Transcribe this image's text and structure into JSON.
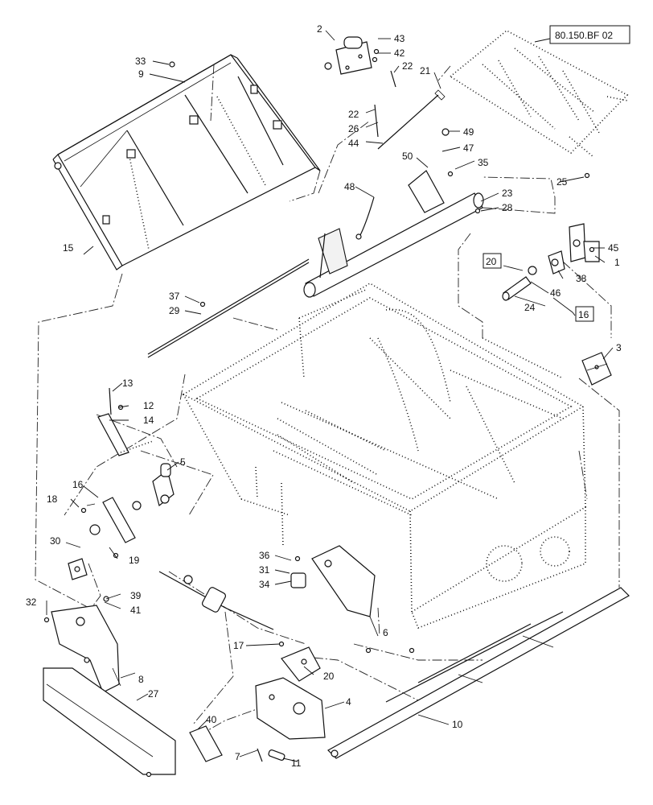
{
  "ref_box": "80.150.BF 02",
  "boxed_callouts": [
    "20",
    "16"
  ],
  "callouts": {
    "c1": "1",
    "c2": "2",
    "c3": "3",
    "c4": "4",
    "c5": "5",
    "c6": "6",
    "c7": "7",
    "c8": "8",
    "c9": "9",
    "c10": "10",
    "c11": "11",
    "c12": "12",
    "c13": "13",
    "c14": "14",
    "c15": "15",
    "c16": "16",
    "c17": "17",
    "c18": "18",
    "c19": "19",
    "c20": "20",
    "c21": "21",
    "c22a": "22",
    "c22b": "22",
    "c23": "23",
    "c24": "24",
    "c25": "25",
    "c26": "26",
    "c27": "27",
    "c28": "28",
    "c29": "29",
    "c30": "30",
    "c31": "31",
    "c32": "32",
    "c33": "33",
    "c34": "34",
    "c35": "35",
    "c36": "36",
    "c37": "37",
    "c38": "38",
    "c39": "39",
    "c40": "40",
    "c41": "41",
    "c42": "42",
    "c43": "43",
    "c44": "44",
    "c45": "45",
    "c46": "46",
    "c47": "47",
    "c48": "48",
    "c49": "49",
    "c50": "50"
  }
}
